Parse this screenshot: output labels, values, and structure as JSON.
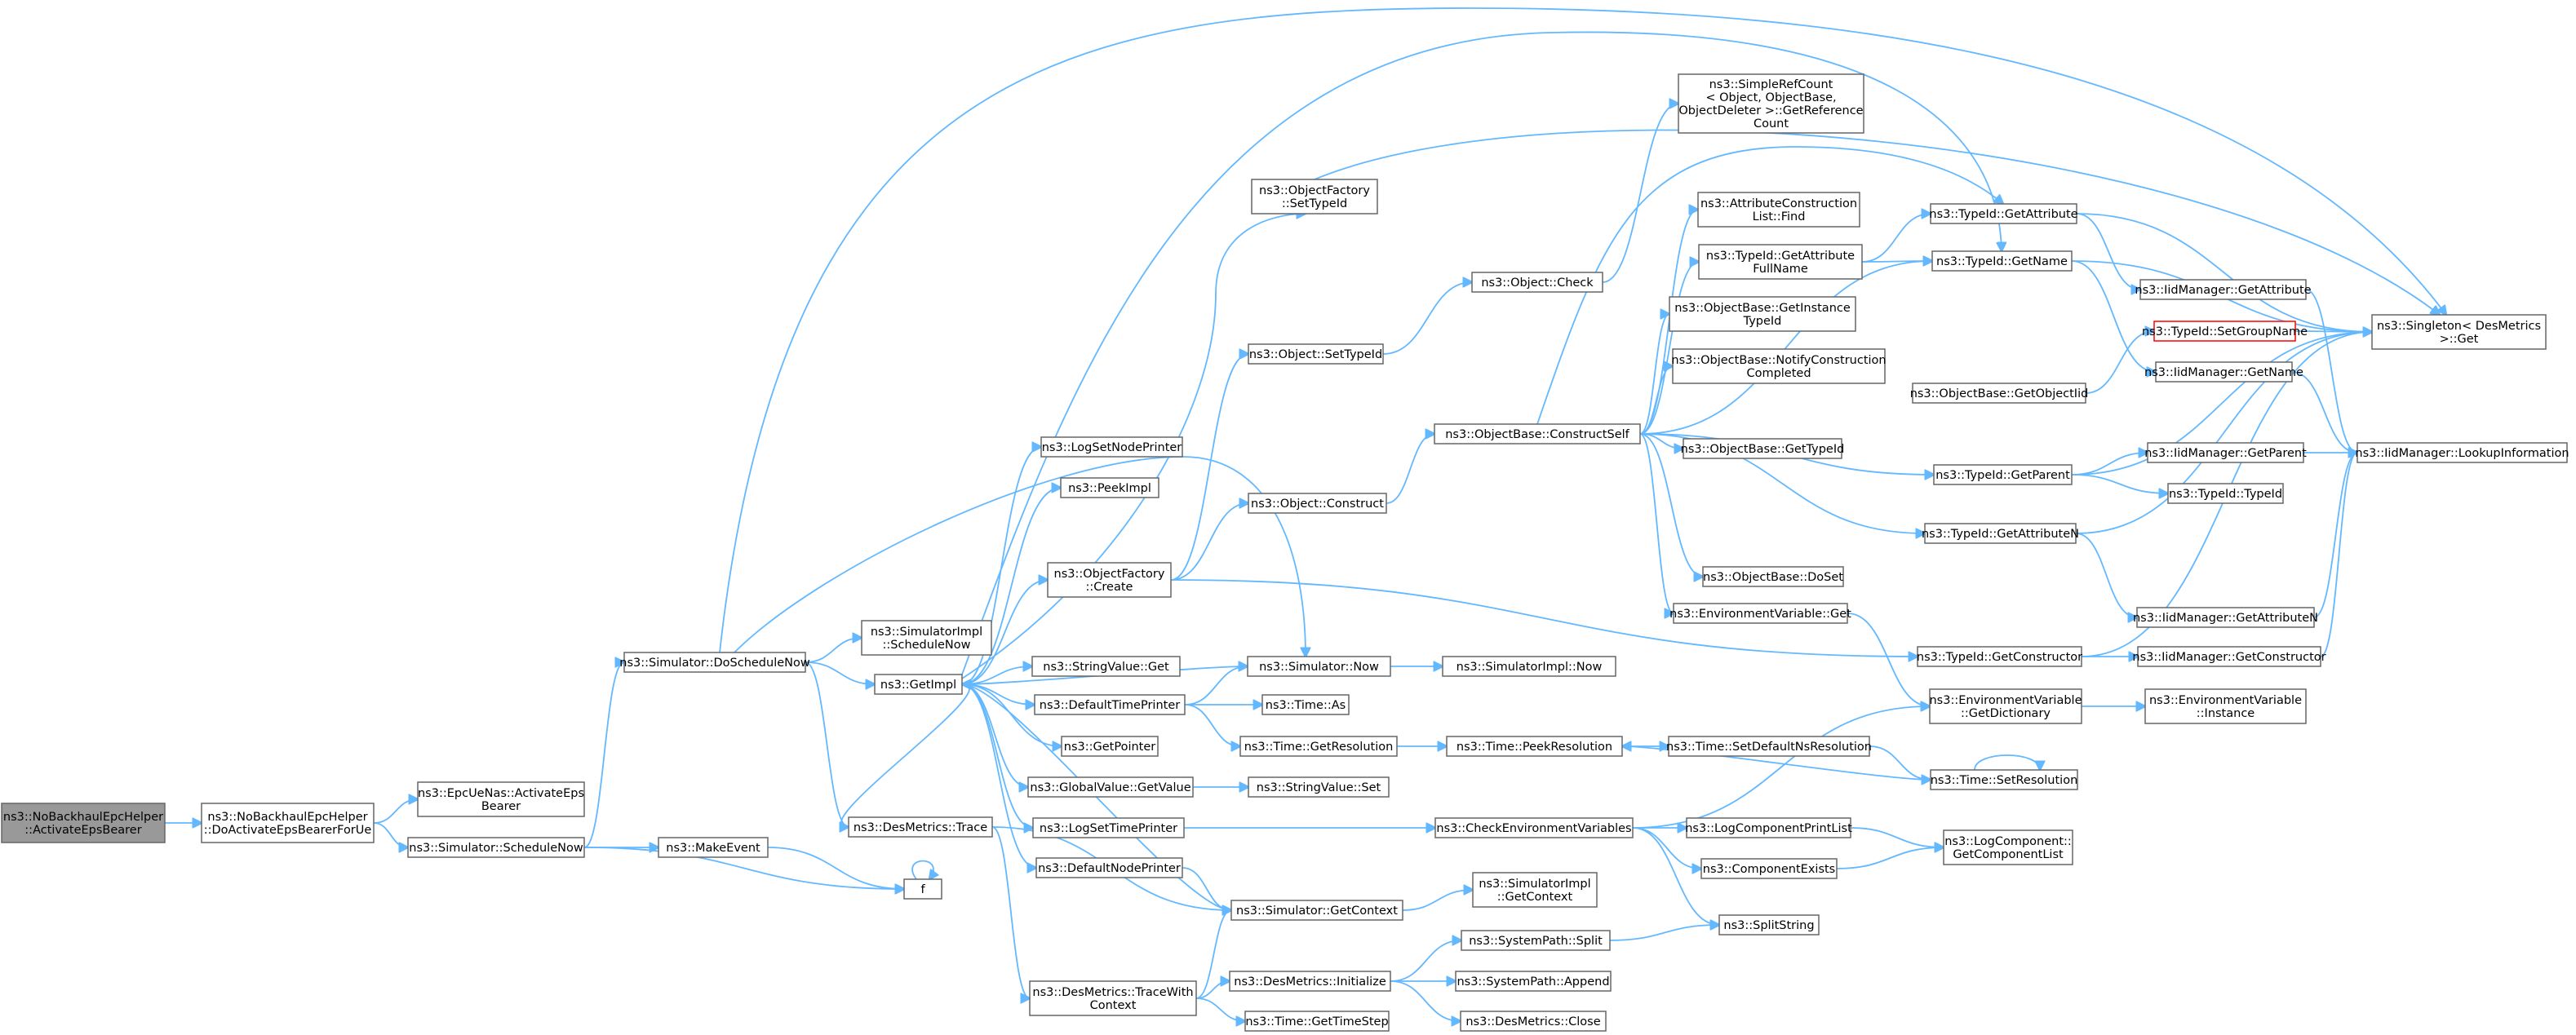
{
  "nodes": {
    "n_root": [
      "ns3::NoBackhaulEpcHelper",
      "::ActivateEpsBearer"
    ],
    "n_doact": [
      "ns3::NoBackhaulEpcHelper",
      "::DoActivateEpsBearerForUe"
    ],
    "n_epcnas": [
      "ns3::EpcUeNas::ActivateEps",
      "Bearer"
    ],
    "n_schednow": [
      "ns3::Simulator::ScheduleNow"
    ],
    "n_makeevent": [
      "ns3::MakeEvent"
    ],
    "n_f": [
      "f"
    ],
    "n_dosched": [
      "ns3::Simulator::DoScheduleNow"
    ],
    "n_simimpl_sched": [
      "ns3::SimulatorImpl",
      "::ScheduleNow"
    ],
    "n_getimpl": [
      "ns3::GetImpl"
    ],
    "n_destrace": [
      "ns3::DesMetrics::Trace"
    ],
    "n_logsetnode": [
      "ns3::LogSetNodePrinter"
    ],
    "n_peekimpl": [
      "ns3::PeekImpl"
    ],
    "n_objfac_create": [
      "ns3::ObjectFactory",
      "::Create"
    ],
    "n_strval_get": [
      "ns3::StringValue::Get"
    ],
    "n_deftime": [
      "ns3::DefaultTimePrinter"
    ],
    "n_getpointer": [
      "ns3::GetPointer"
    ],
    "n_globval": [
      "ns3::GlobalValue::GetValue"
    ],
    "n_logsettime": [
      "ns3::LogSetTimePrinter"
    ],
    "n_defnode": [
      "ns3::DefaultNodePrinter"
    ],
    "n_destracewith": [
      "ns3::DesMetrics::TraceWith",
      "Context"
    ],
    "n_objfac_settid": [
      "ns3::ObjectFactory",
      "::SetTypeId"
    ],
    "n_obj_settid": [
      "ns3::Object::SetTypeId"
    ],
    "n_obj_construct": [
      "ns3::Object::Construct"
    ],
    "n_sim_now": [
      "ns3::Simulator::Now"
    ],
    "n_time_as": [
      "ns3::Time::As"
    ],
    "n_time_getres": [
      "ns3::Time::GetResolution"
    ],
    "n_strval_set": [
      "ns3::StringValue::Set"
    ],
    "n_sim_getctx": [
      "ns3::Simulator::GetContext"
    ],
    "n_des_init": [
      "ns3::DesMetrics::Initialize"
    ],
    "n_time_getstep": [
      "ns3::Time::GetTimeStep"
    ],
    "n_simplerc": [
      "ns3::SimpleRefCount",
      "< Object, ObjectBase,",
      "ObjectDeleter >::GetReference",
      "Count"
    ],
    "n_obj_check": [
      "ns3::Object::Check"
    ],
    "n_objbase_cself": [
      "ns3::ObjectBase::ConstructSelf"
    ],
    "n_simimpl_now": [
      "ns3::SimulatorImpl::Now"
    ],
    "n_time_peekres": [
      "ns3::Time::PeekResolution"
    ],
    "n_checkenv": [
      "ns3::CheckEnvironmentVariables"
    ],
    "n_simimpl_getctx": [
      "ns3::SimulatorImpl",
      "::GetContext"
    ],
    "n_syspath_split": [
      "ns3::SystemPath::Split"
    ],
    "n_syspath_append": [
      "ns3::SystemPath::Append"
    ],
    "n_des_close": [
      "ns3::DesMetrics::Close"
    ],
    "n_attrconst": [
      "ns3::AttributeConstruction",
      "List::Find"
    ],
    "n_tid_getattrfull": [
      "ns3::TypeId::GetAttribute",
      "FullName"
    ],
    "n_objbase_getinst": [
      "ns3::ObjectBase::GetInstance",
      "TypeId"
    ],
    "n_objbase_notify": [
      "ns3::ObjectBase::NotifyConstruction",
      "Completed"
    ],
    "n_objbase_gettid": [
      "ns3::ObjectBase::GetTypeId"
    ],
    "n_objbase_doset": [
      "ns3::ObjectBase::DoSet"
    ],
    "n_envvar_get": [
      "ns3::EnvironmentVariable::Get"
    ],
    "n_time_setdefns": [
      "ns3::Time::SetDefaultNsResolution"
    ],
    "n_logcomp_print": [
      "ns3::LogComponentPrintList"
    ],
    "n_compexists": [
      "ns3::ComponentExists"
    ],
    "n_splitstring": [
      "ns3::SplitString"
    ],
    "n_tid_getattr": [
      "ns3::TypeId::GetAttribute"
    ],
    "n_tid_getname": [
      "ns3::TypeId::GetName"
    ],
    "n_objbase_getoiid": [
      "ns3::ObjectBase::GetObjectIid"
    ],
    "n_tid_getparent": [
      "ns3::TypeId::GetParent"
    ],
    "n_tid_getattrn": [
      "ns3::TypeId::GetAttributeN"
    ],
    "n_tid_getctor": [
      "ns3::TypeId::GetConstructor"
    ],
    "n_envvar_getdict": [
      "ns3::EnvironmentVariable",
      "::GetDictionary"
    ],
    "n_time_setres": [
      "ns3::Time::SetResolution"
    ],
    "n_logcomp_getlist": [
      "ns3::LogComponent::",
      "GetComponentList"
    ],
    "n_iid_getattr": [
      "ns3::IidManager::GetAttribute"
    ],
    "n_tid_setgroup": [
      "ns3::TypeId::SetGroupName"
    ],
    "n_iid_getname": [
      "ns3::IidManager::GetName"
    ],
    "n_iid_getparent": [
      "ns3::IidManager::GetParent"
    ],
    "n_tid_typeid": [
      "ns3::TypeId::TypeId"
    ],
    "n_iid_getattrn": [
      "ns3::IidManager::GetAttributeN"
    ],
    "n_iid_getctor": [
      "ns3::IidManager::GetConstructor"
    ],
    "n_envvar_inst": [
      "ns3::EnvironmentVariable",
      "::Instance"
    ],
    "n_singleton": [
      "ns3::Singleton< DesMetrics",
      ">::Get"
    ],
    "n_iid_lookup": [
      "ns3::IidManager::LookupInformation"
    ]
  },
  "colors": {
    "edge": "#63b8ff",
    "node_border": "#666666",
    "root_fill": "#999999",
    "highlight_border": "#ff0000"
  }
}
